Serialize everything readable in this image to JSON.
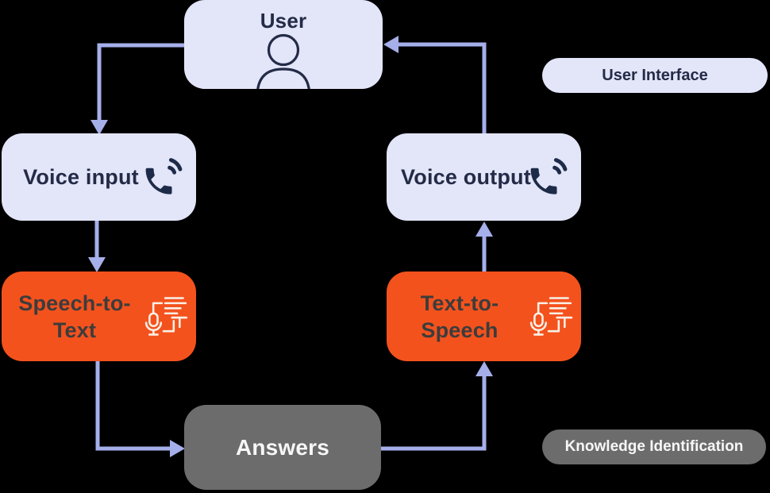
{
  "nodes": {
    "user": {
      "label": "User",
      "icon": "person-icon",
      "fill": "#e3e5f8"
    },
    "voice_input": {
      "label": "Voice input",
      "icon": "phone-icon",
      "fill": "#e3e5f8"
    },
    "speech_to_text": {
      "label": "Speech-to-Text",
      "icon": "speech-to-text-icon",
      "fill": "#f4521d"
    },
    "answers": {
      "label": "Answers",
      "icon": null,
      "fill": "#6c6c6c"
    },
    "text_to_speech": {
      "label": "Text-to-Speech",
      "icon": "speech-to-text-icon",
      "fill": "#f4521d"
    },
    "voice_output": {
      "label": "Voice output",
      "icon": "phone-icon",
      "fill": "#e3e5f8"
    }
  },
  "side_labels": {
    "user_interface": {
      "label": "User Interface",
      "fill": "#e3e5f8"
    },
    "knowledge_identification": {
      "label": "Knowledge Identification",
      "fill": "#6c6c6c"
    }
  },
  "edges": [
    {
      "from": "user",
      "to": "voice_input"
    },
    {
      "from": "voice_input",
      "to": "speech_to_text"
    },
    {
      "from": "speech_to_text",
      "to": "answers"
    },
    {
      "from": "answers",
      "to": "text_to_speech"
    },
    {
      "from": "text_to_speech",
      "to": "voice_output"
    },
    {
      "from": "voice_output",
      "to": "user"
    }
  ],
  "colors": {
    "background": "#000000",
    "arrow": "#a5afea",
    "navy_text": "#232b47",
    "charcoal_text": "#3c3c3c",
    "white_text": "#f7f7f7",
    "icon_cream": "#f8f0e6",
    "phone_navy": "#1d2b49"
  }
}
